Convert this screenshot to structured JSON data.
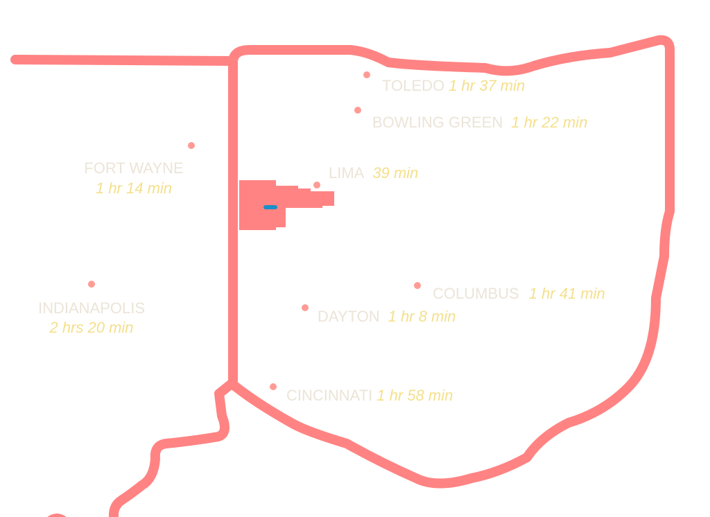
{
  "colors": {
    "border": "#ff8383",
    "city_name": "#ece4d8",
    "drive_time": "#f4e08c",
    "origin_marker": "#1a8fc9"
  },
  "cities": [
    {
      "name": "TOLEDO",
      "time": "1 hr 37 min"
    },
    {
      "name": "BOWLING GREEN",
      "time": "1 hr 22 min"
    },
    {
      "name": "FORT WAYNE",
      "time": "1 hr 14 min"
    },
    {
      "name": "LIMA",
      "time": "39 min"
    },
    {
      "name": "INDIANAPOLIS",
      "time": "2 hrs 20 min"
    },
    {
      "name": "COLUMBUS",
      "time": "1 hr 41 min"
    },
    {
      "name": "DAYTON",
      "time": "1 hr 8 min"
    },
    {
      "name": "CINCINNATI",
      "time": "1 hr 58 min"
    }
  ]
}
